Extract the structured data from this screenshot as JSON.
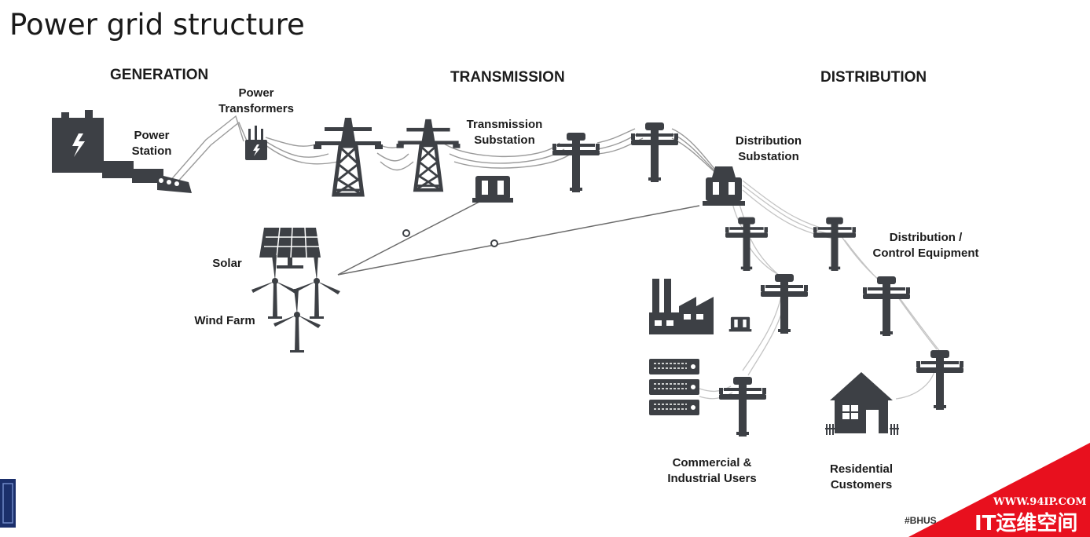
{
  "page": {
    "title": "Power grid structure"
  },
  "sections": {
    "generation": "GENERATION",
    "transmission": "TRANSMISSION",
    "distribution": "DISTRIBUTION"
  },
  "labels": {
    "power_station": [
      "Power",
      "Station"
    ],
    "power_transformers": [
      "Power",
      "Transformers"
    ],
    "transmission_substation": [
      "Transmission",
      "Substation"
    ],
    "distribution_substation": [
      "Distribution",
      "Substation"
    ],
    "solar": "Solar",
    "wind_farm": "Wind Farm",
    "distribution_control": [
      "Distribution /",
      "Control Equipment"
    ],
    "commercial_industrial": [
      "Commercial &",
      "Industrial Users"
    ],
    "residential": [
      "Residential",
      "Customers"
    ]
  },
  "footer": {
    "hashtag": "#BHUS",
    "watermark_url": "WWW.94IP.COM",
    "watermark_text": "IT运维空间"
  },
  "colors": {
    "icon": "#3d4045",
    "wire": "#9a9a9a",
    "watermark": "#e8101e",
    "corner_logo": "#1b2f6b"
  },
  "icons": [
    "power-station-icon",
    "transformer-icon",
    "transmission-tower-icon",
    "substation-icon",
    "utility-pole-icon",
    "solar-panel-icon",
    "wind-turbine-icon",
    "factory-icon",
    "server-rack-icon",
    "house-icon"
  ]
}
